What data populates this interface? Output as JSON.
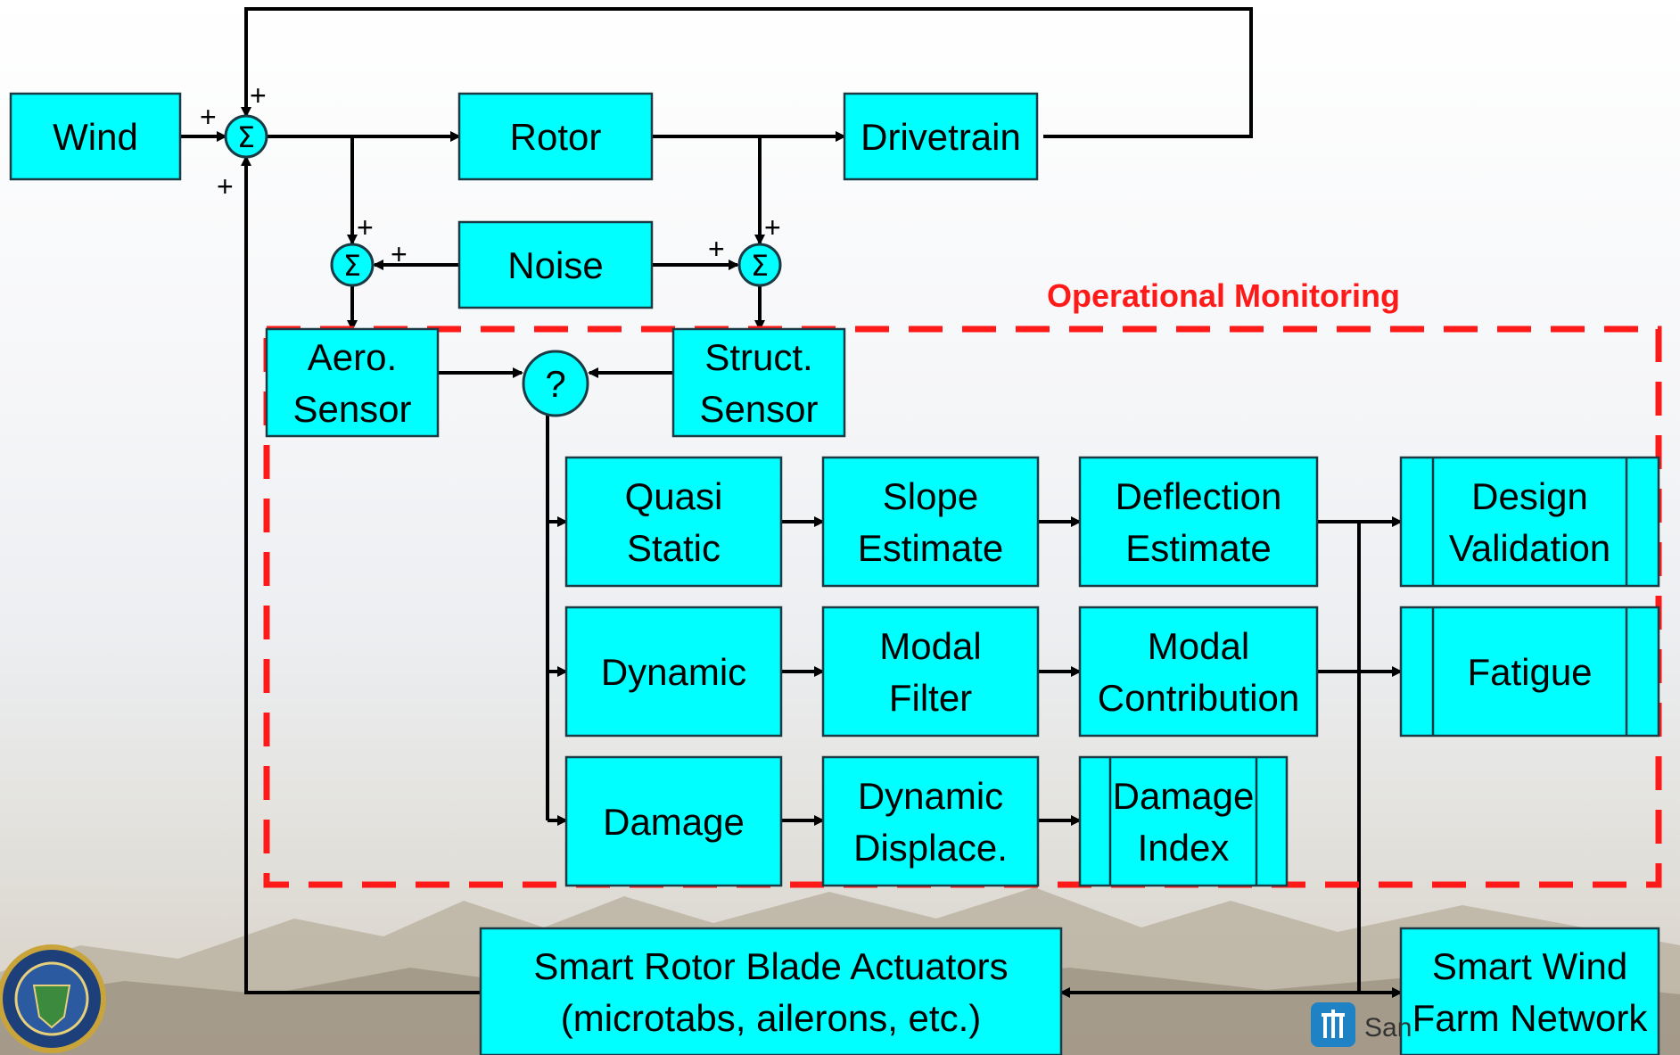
{
  "colors": {
    "box_fill": "#00ffff",
    "box_stroke": "#1a3b44",
    "line": "#000000",
    "monitoring_border": "#ff1a1a"
  },
  "blocks": {
    "wind": [
      "Wind"
    ],
    "rotor": [
      "Rotor"
    ],
    "drivetrain": [
      "Drivetrain"
    ],
    "noise": [
      "Noise"
    ],
    "aero_sensor": [
      "Aero.",
      "Sensor"
    ],
    "struct_sensor": [
      "Struct.",
      "Sensor"
    ],
    "quasi_static": [
      "Quasi",
      "Static"
    ],
    "slope_estimate": [
      "Slope",
      "Estimate"
    ],
    "deflection_estimate": [
      "Deflection",
      "Estimate"
    ],
    "design_validation": [
      "Design",
      "Validation"
    ],
    "dynamic": [
      "Dynamic"
    ],
    "modal_filter": [
      "Modal",
      "Filter"
    ],
    "modal_contribution": [
      "Modal",
      "Contribution"
    ],
    "fatigue": [
      "Fatigue"
    ],
    "damage": [
      "Damage"
    ],
    "dynamic_displace": [
      "Dynamic",
      "Displace."
    ],
    "damage_index": [
      "Damage",
      "Index"
    ],
    "smart_rotor_actuators": [
      "Smart Rotor Blade Actuators",
      "(microtabs, ailerons, etc.)"
    ],
    "smart_wind_farm": [
      "Smart Wind",
      "Farm Network"
    ]
  },
  "symbols": {
    "sum": "Σ",
    "plus": "+",
    "decision": "?"
  },
  "labels": {
    "operational_monitoring": "Operational Monitoring",
    "logo_partial": "San"
  }
}
